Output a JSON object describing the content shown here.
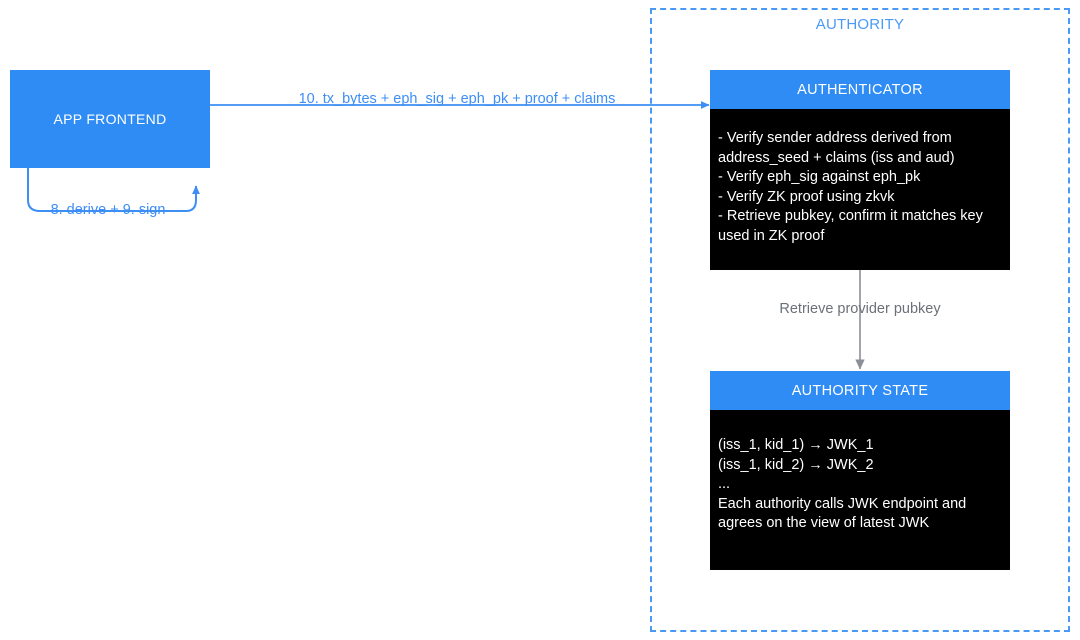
{
  "diagram": {
    "type": "flow-diagram",
    "background": "#ffffff",
    "accent_blue": "#2f8cf5",
    "label_blue": "#3d8ef5",
    "label_gray": "#6b7177",
    "box_black": "#000000",
    "dashed_border": "#4a9af5"
  },
  "authority_group": {
    "title": "AUTHORITY"
  },
  "nodes": {
    "app_frontend": {
      "title": "APP FRONTEND"
    },
    "authenticator": {
      "title": "AUTHENTICATOR",
      "body": "- Verify sender address derived from address_seed + claims (iss and aud)\n- Verify eph_sig against eph_pk\n- Verify ZK proof using zkvk\n- Retrieve pubkey, confirm it matches key used in ZK proof"
    },
    "authority_state": {
      "title": "AUTHORITY STATE",
      "body": "(iss_1, kid_1) → JWK_1\n(iss_1, kid_2) → JWK_2\n...\nEach authority calls JWK endpoint and agrees on the view of latest JWK"
    }
  },
  "edges": {
    "self_loop": {
      "label": "8. derive + 9. sign"
    },
    "frontend_to_authenticator": {
      "label": "10. tx_bytes + eph_sig + eph_pk + proof + claims"
    },
    "authenticator_to_state": {
      "label": "Retrieve provider pubkey"
    }
  }
}
